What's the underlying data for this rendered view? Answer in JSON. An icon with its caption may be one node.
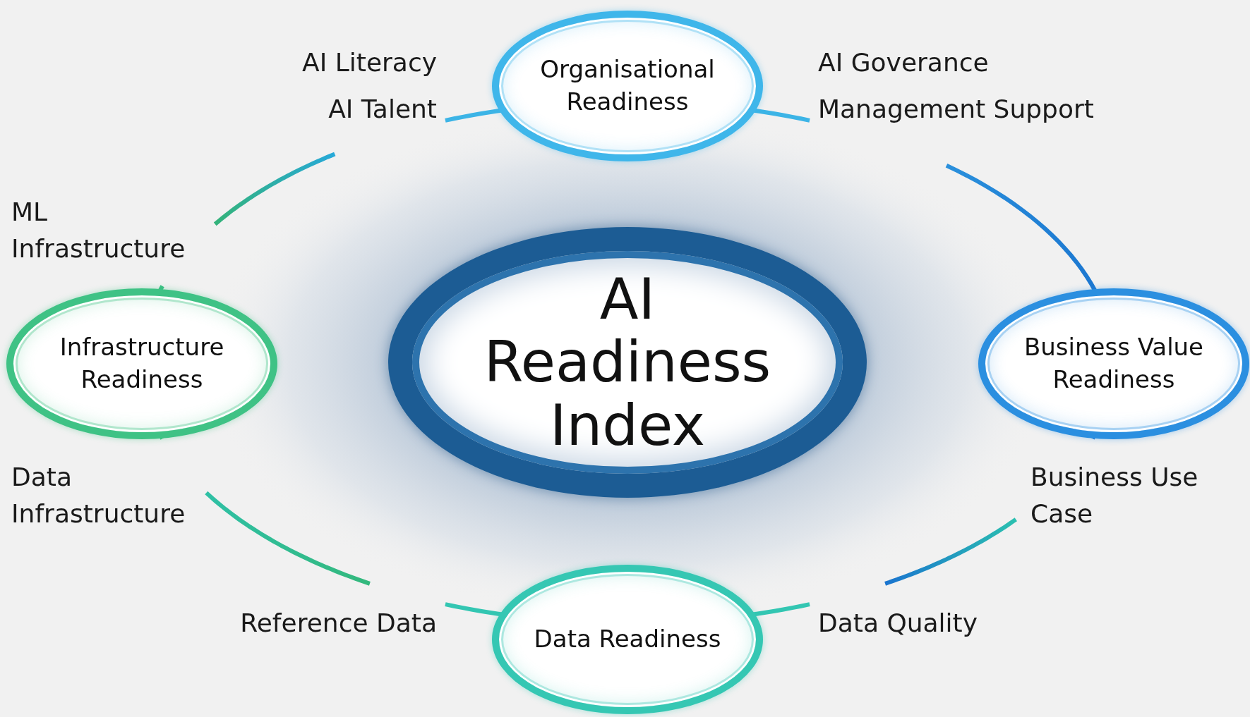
{
  "diagram": {
    "nodes": [
      {
        "text": [
          "Organisational Readiness"
        ]
      },
      {
        "text": [
          "Infrastructure Readiness"
        ]
      },
      {
        "text": [
          "AI Readiness Index"
        ]
      },
      {
        "text": [
          "Business Value Readiness"
        ]
      },
      {
        "text": [
          "Data Readiness"
        ]
      }
    ],
    "labels": [
      "AI Literacy",
      "AI Goverance",
      "AI Talent",
      "Management Support",
      "ML Infrastructure",
      "Data Infrastructure",
      "Business Use Case",
      "Reference Data",
      "Data Quality"
    ]
  }
}
